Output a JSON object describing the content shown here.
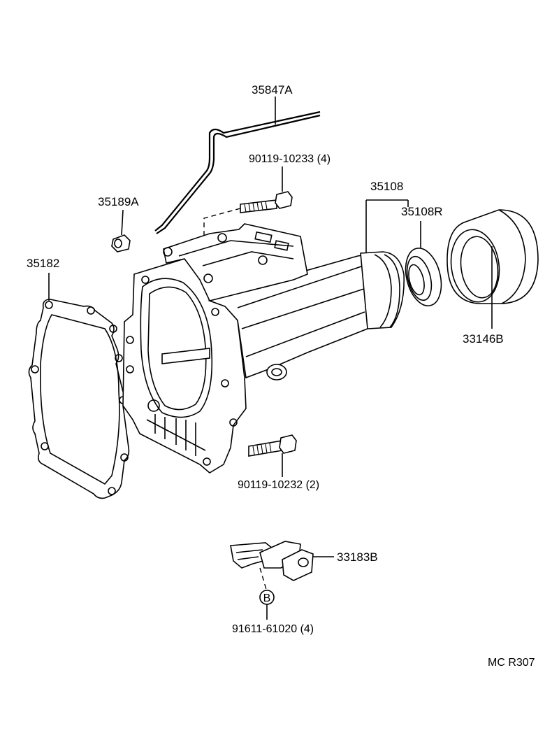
{
  "diagram": {
    "ref_code": "MC R307",
    "circle_marker": "B",
    "callouts": {
      "breather_tube": "35847A",
      "bolt_upper": "90119-10233 (4)",
      "plug": "35189A",
      "housing": "35108",
      "housing_sub": "35108R",
      "gasket": "35182",
      "dust_cover": "33146B",
      "bolt_lower": "90119-10232 (2)",
      "bracket": "33183B",
      "clip": "91611-61020 (4)"
    }
  }
}
